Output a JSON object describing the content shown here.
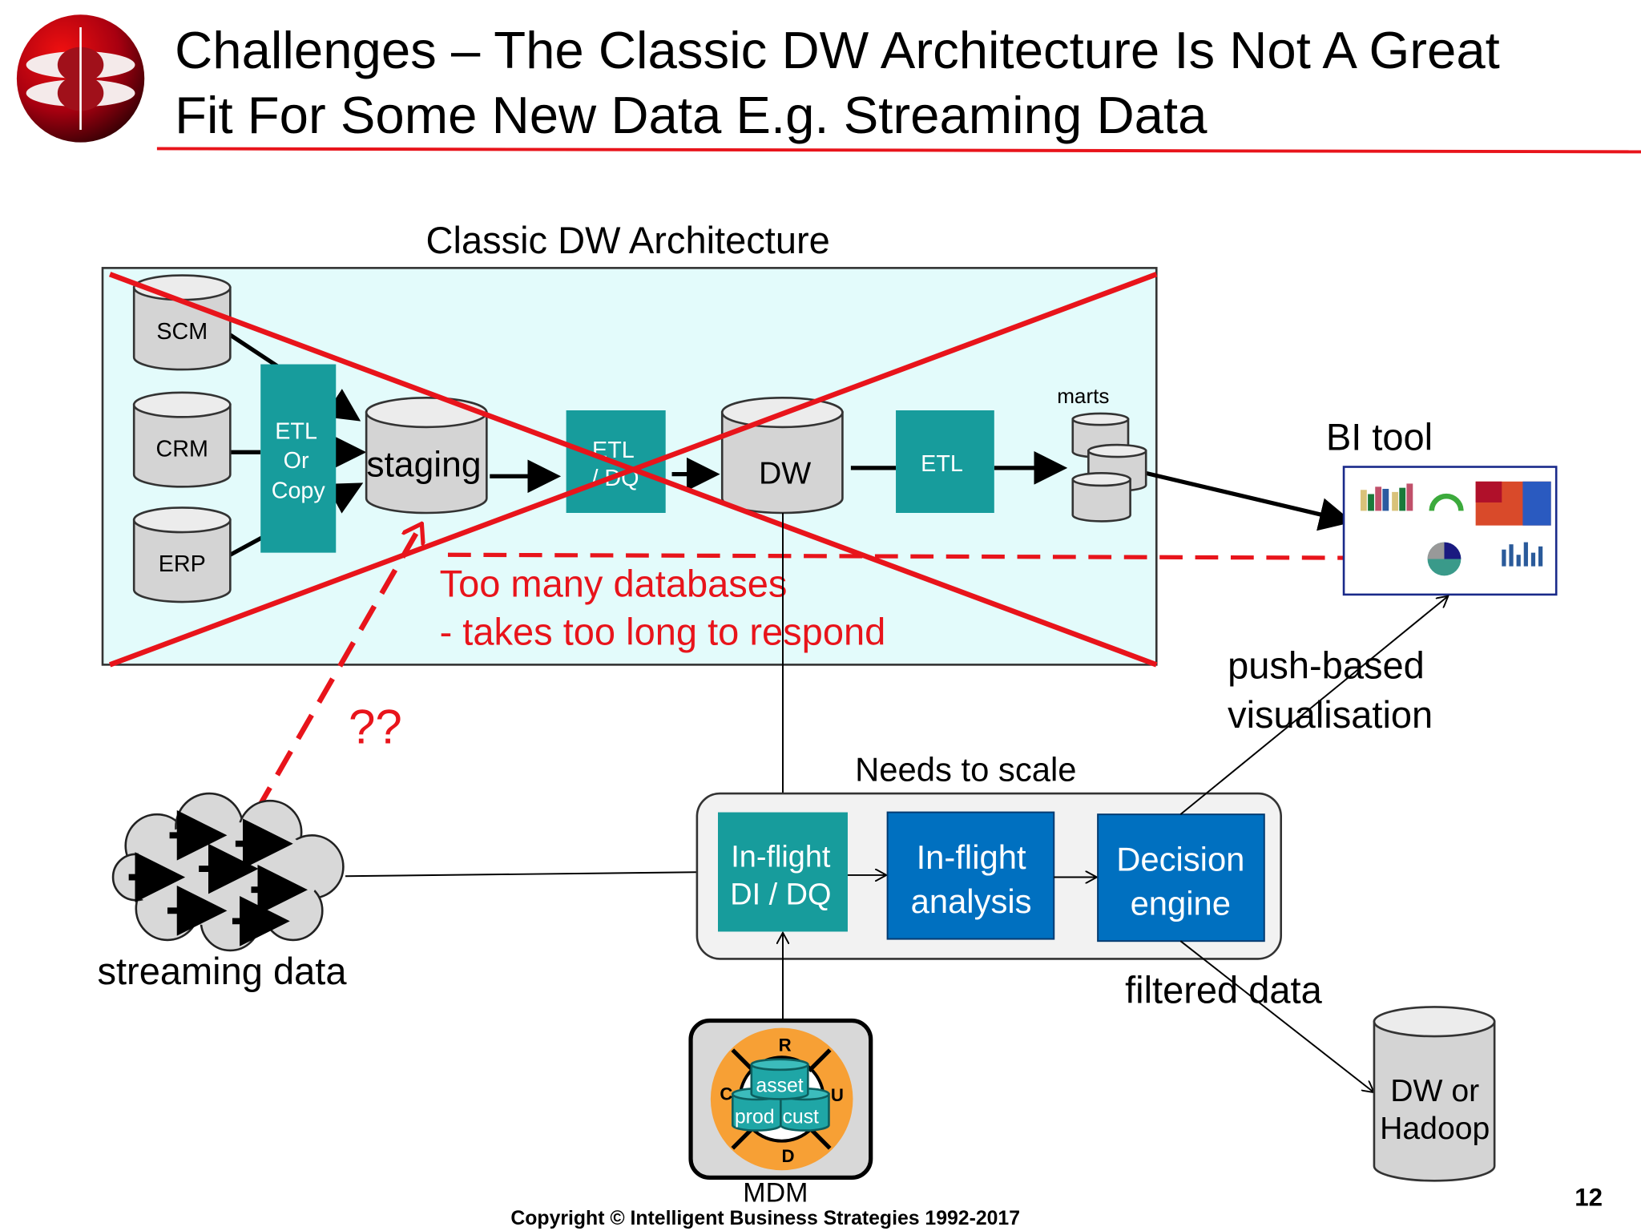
{
  "header": {
    "title_line1": "Challenges – The Classic DW Architecture Is Not A Great",
    "title_line2": "Fit For Some New Data E.g. Streaming Data",
    "accent_color": "#e8141b"
  },
  "classic": {
    "title": "Classic DW Architecture",
    "sources": [
      "SCM",
      "CRM",
      "ERP"
    ],
    "etl_copy": [
      "ETL",
      "Or",
      "Copy"
    ],
    "staging": "staging",
    "etl_dq": [
      "ETL",
      "/ DQ"
    ],
    "dw": "DW",
    "etl": "ETL",
    "marts": "marts",
    "problem_line1": "Too many databases",
    "problem_line2": "- takes too long to respond"
  },
  "bi_tool": {
    "label": "BI tool"
  },
  "question": "??",
  "streaming": {
    "label": "streaming data"
  },
  "scale": {
    "title": "Needs to scale",
    "inflight_dq": [
      "In-flight",
      "DI / DQ"
    ],
    "inflight_analysis": [
      "In-flight",
      "analysis"
    ],
    "decision_engine": [
      "Decision",
      "engine"
    ]
  },
  "push_label": [
    "push-based",
    "visualisation"
  ],
  "filtered_label": "filtered data",
  "dw_hadoop": [
    "DW or",
    "Hadoop"
  ],
  "mdm": {
    "label": "MDM",
    "crud": [
      "C",
      "R",
      "U",
      "D"
    ],
    "entities": [
      "asset",
      "prod",
      "cust"
    ]
  },
  "footer": {
    "copyright": "Copyright © Intelligent Business Strategies 1992-2017",
    "page_number": "12"
  },
  "colors": {
    "teal": "#179c9c",
    "blue": "#0070c0",
    "red": "#e8141b",
    "box_fill": "#e3fbfb"
  }
}
